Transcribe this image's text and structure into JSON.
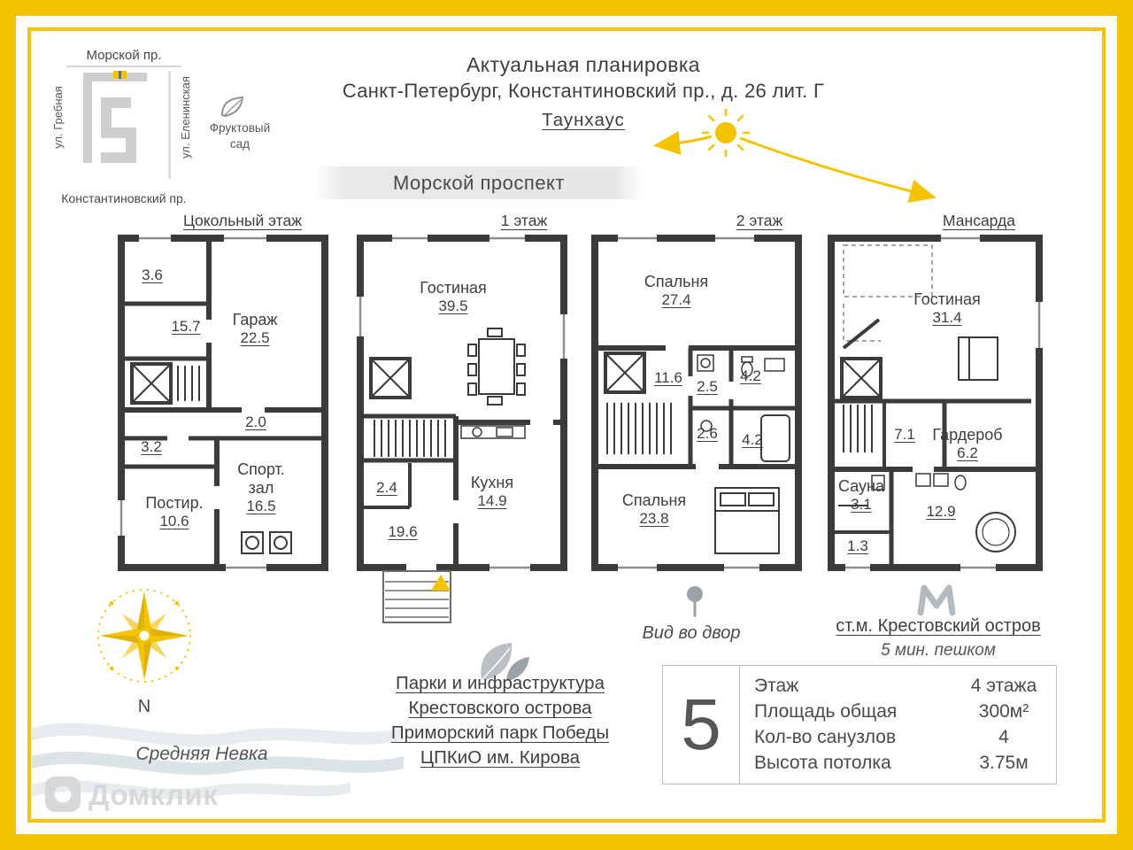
{
  "minimap": {
    "street_top": "Морской пр.",
    "street_left": "ул. Гребная",
    "street_right": "ул. Еленинская",
    "street_bottom": "Константиновский пр.",
    "garden_label": "Фруктовый сад"
  },
  "header": {
    "line1": "Актуальная планировка",
    "line2": "Санкт-Петербург, Константиновский пр., д. 26 лит. Г",
    "line3": "Таунхаус"
  },
  "banner": {
    "label": "Морской проспект"
  },
  "floors": [
    {
      "name": "Цокольный этаж",
      "rooms": [
        {
          "label": "",
          "area": "3.6"
        },
        {
          "label": "",
          "area": "15.7"
        },
        {
          "label": "Гараж",
          "area": "22.5"
        },
        {
          "label": "",
          "area": "2.0"
        },
        {
          "label": "",
          "area": "3.2"
        },
        {
          "label": "Спорт. зал",
          "area": "16.5"
        },
        {
          "label": "Постир.",
          "area": "10.6"
        }
      ]
    },
    {
      "name": "1 этаж",
      "rooms": [
        {
          "label": "Гостиная",
          "area": "39.5"
        },
        {
          "label": "",
          "area": "2.4"
        },
        {
          "label": "Кухня",
          "area": "14.9"
        },
        {
          "label": "",
          "area": "19.6"
        }
      ]
    },
    {
      "name": "2 этаж",
      "rooms": [
        {
          "label": "Спальня",
          "area": "27.4"
        },
        {
          "label": "",
          "area": "11.6"
        },
        {
          "label": "",
          "area": "2.5"
        },
        {
          "label": "",
          "area": "4.2"
        },
        {
          "label": "",
          "area": "2.6"
        },
        {
          "label": "",
          "area": "4.2"
        },
        {
          "label": "Спальня",
          "area": "23.8"
        }
      ]
    },
    {
      "name": "Мансарда",
      "rooms": [
        {
          "label": "Гостиная",
          "area": "31.4"
        },
        {
          "label": "",
          "area": "7.1"
        },
        {
          "label": "Гардероб",
          "area": "6.2"
        },
        {
          "label": "Сауна",
          "area": "3.1"
        },
        {
          "label": "",
          "area": "1.3"
        },
        {
          "label": "",
          "area": "12.9"
        }
      ]
    }
  ],
  "compass": {
    "north_label": "N"
  },
  "river": {
    "name": "Средняя Невка"
  },
  "courtyard": {
    "label": "Вид во двор"
  },
  "metro": {
    "station": "ст.м. Крестовский остров",
    "walk_time": "5 мин. пешком"
  },
  "parks": {
    "line1": "Парки и инфраструктура",
    "line2": "Крестовского острова",
    "line3": "Приморский парк Победы",
    "line4": "ЦПКиО им. Кирова"
  },
  "info": {
    "big_number": "5",
    "rows": [
      {
        "label": "Этаж",
        "value": "4 этажа"
      },
      {
        "label": "Площадь общая",
        "value": "300м²"
      },
      {
        "label": "Кол-во санузлов",
        "value": "4"
      },
      {
        "label": "Высота потолка",
        "value": "3.75м"
      }
    ]
  },
  "watermark": {
    "brand": "Домклик"
  },
  "colors": {
    "accent": "#F4C400",
    "wall": "#3B3B39",
    "text": "#474747"
  }
}
